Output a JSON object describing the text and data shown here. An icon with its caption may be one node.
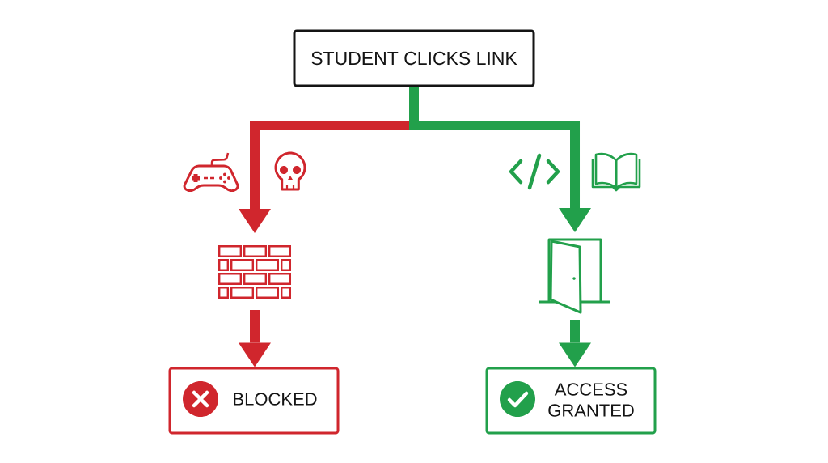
{
  "diagram": {
    "nodes": [
      {
        "text": [
          "STUDENT CLICKS LINK"
        ]
      },
      {
        "text": [],
        "shape": "wall"
      },
      {
        "text": [],
        "shape": "door"
      },
      {
        "text": [
          "BLOCKED"
        ]
      },
      {
        "text": [
          "ACCESS GRANTED"
        ]
      }
    ],
    "edges": [
      {
        "from": 0,
        "to": 1,
        "arrow": "to",
        "color": "#d0262d"
      },
      {
        "from": 0,
        "to": 2,
        "arrow": "to",
        "color": "#22a04b"
      },
      {
        "from": 1,
        "to": 3,
        "arrow": "to",
        "color": "#d0262d"
      },
      {
        "from": 2,
        "to": 4,
        "arrow": "to",
        "color": "#22a04b"
      }
    ]
  }
}
